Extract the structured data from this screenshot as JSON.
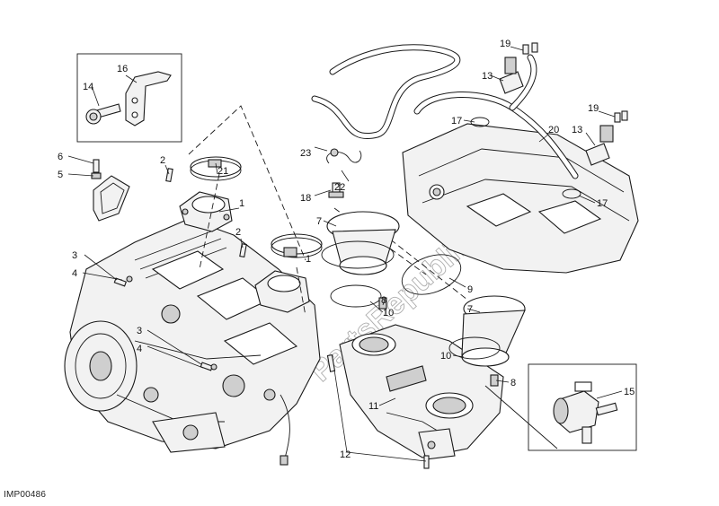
{
  "diagram_code": "IMP00486",
  "watermark": "PartsRepublik",
  "callouts": {
    "c1a": "1",
    "c1b": "1",
    "c2a": "2",
    "c2b": "2",
    "c3a": "3",
    "c3b": "3",
    "c4a": "4",
    "c4b": "4",
    "c5": "5",
    "c6": "6",
    "c7a": "7",
    "c7b": "7",
    "c8a": "8",
    "c8b": "8",
    "c9": "9",
    "c10a": "10",
    "c10b": "10",
    "c11": "11",
    "c12": "12",
    "c13a": "13",
    "c13b": "13",
    "c14": "14",
    "c15": "15",
    "c16": "16",
    "c17a": "17",
    "c17b": "17",
    "c18": "18",
    "c19a": "19",
    "c19b": "19",
    "c20": "20",
    "c21": "21",
    "c22": "22",
    "c23": "23"
  }
}
